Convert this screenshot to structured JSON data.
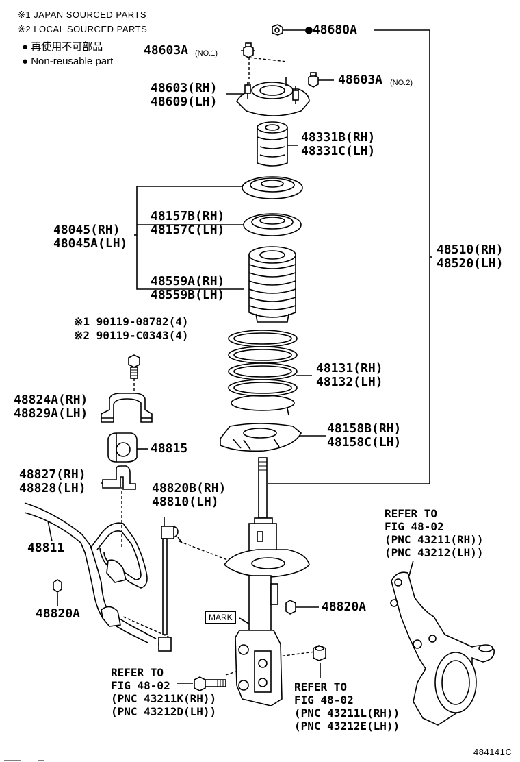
{
  "notes": {
    "japan": "※1 JAPAN SOURCED PARTS",
    "local": "※2 LOCAL SOURCED PARTS",
    "nonreusable_jp": "● 再使用不可部品",
    "nonreusable_en": "● Non-reusable part"
  },
  "labels": {
    "nut_main": "●48680A",
    "nut_no1": "48603A",
    "nut_no1_tag": "(NO.1)",
    "nut_no2": "48603A",
    "nut_no2_tag": "(NO.2)",
    "support_rh": "48603(RH)",
    "support_lh": "48609(LH)",
    "bumper_rh": "48331B(RH)",
    "bumper_lh": "48331C(LH)",
    "seat_group_rh": "48045(RH)",
    "seat_group_lh": "48045A(LH)",
    "insulator_rh": "48157B(RH)",
    "insulator_lh": "48157C(LH)",
    "boot_rh": "48559A(RH)",
    "boot_lh": "48559B(LH)",
    "strut_rh": "48510(RH)",
    "strut_lh": "48520(LH)",
    "spring_rh": "48131(RH)",
    "spring_lh": "48132(LH)",
    "lower_seat_rh": "48158B(RH)",
    "lower_seat_lh": "48158C(LH)",
    "bolt_japan": "※1 90119-08782(4)",
    "bolt_local": "※2 90119-C0343(4)",
    "bracket_rh": "48824A(RH)",
    "bracket_lh": "48829A(LH)",
    "bushing": "48815",
    "clamp_rh": "48827(RH)",
    "clamp_lh": "48828(LH)",
    "link_rh": "48820B(RH)",
    "link_lh": "48810(LH)",
    "stabilizer_bar": "48811",
    "link_nut_right": "48820A",
    "link_nut_left": "48820A",
    "mark": "MARK",
    "diagram_id": "484141C"
  },
  "refs": {
    "knuckle": [
      "REFER TO",
      "FIG 48-02",
      "(PNC 43211(RH))",
      "(PNC 43212(LH))"
    ],
    "bolt": [
      "REFER TO",
      "FIG 48-02",
      "(PNC 43211K(RH))",
      "(PNC 43212D(LH))"
    ],
    "nut": [
      "REFER TO",
      "FIG 48-02",
      "(PNC 43211L(RH))",
      "(PNC 43212E(LH))"
    ]
  }
}
